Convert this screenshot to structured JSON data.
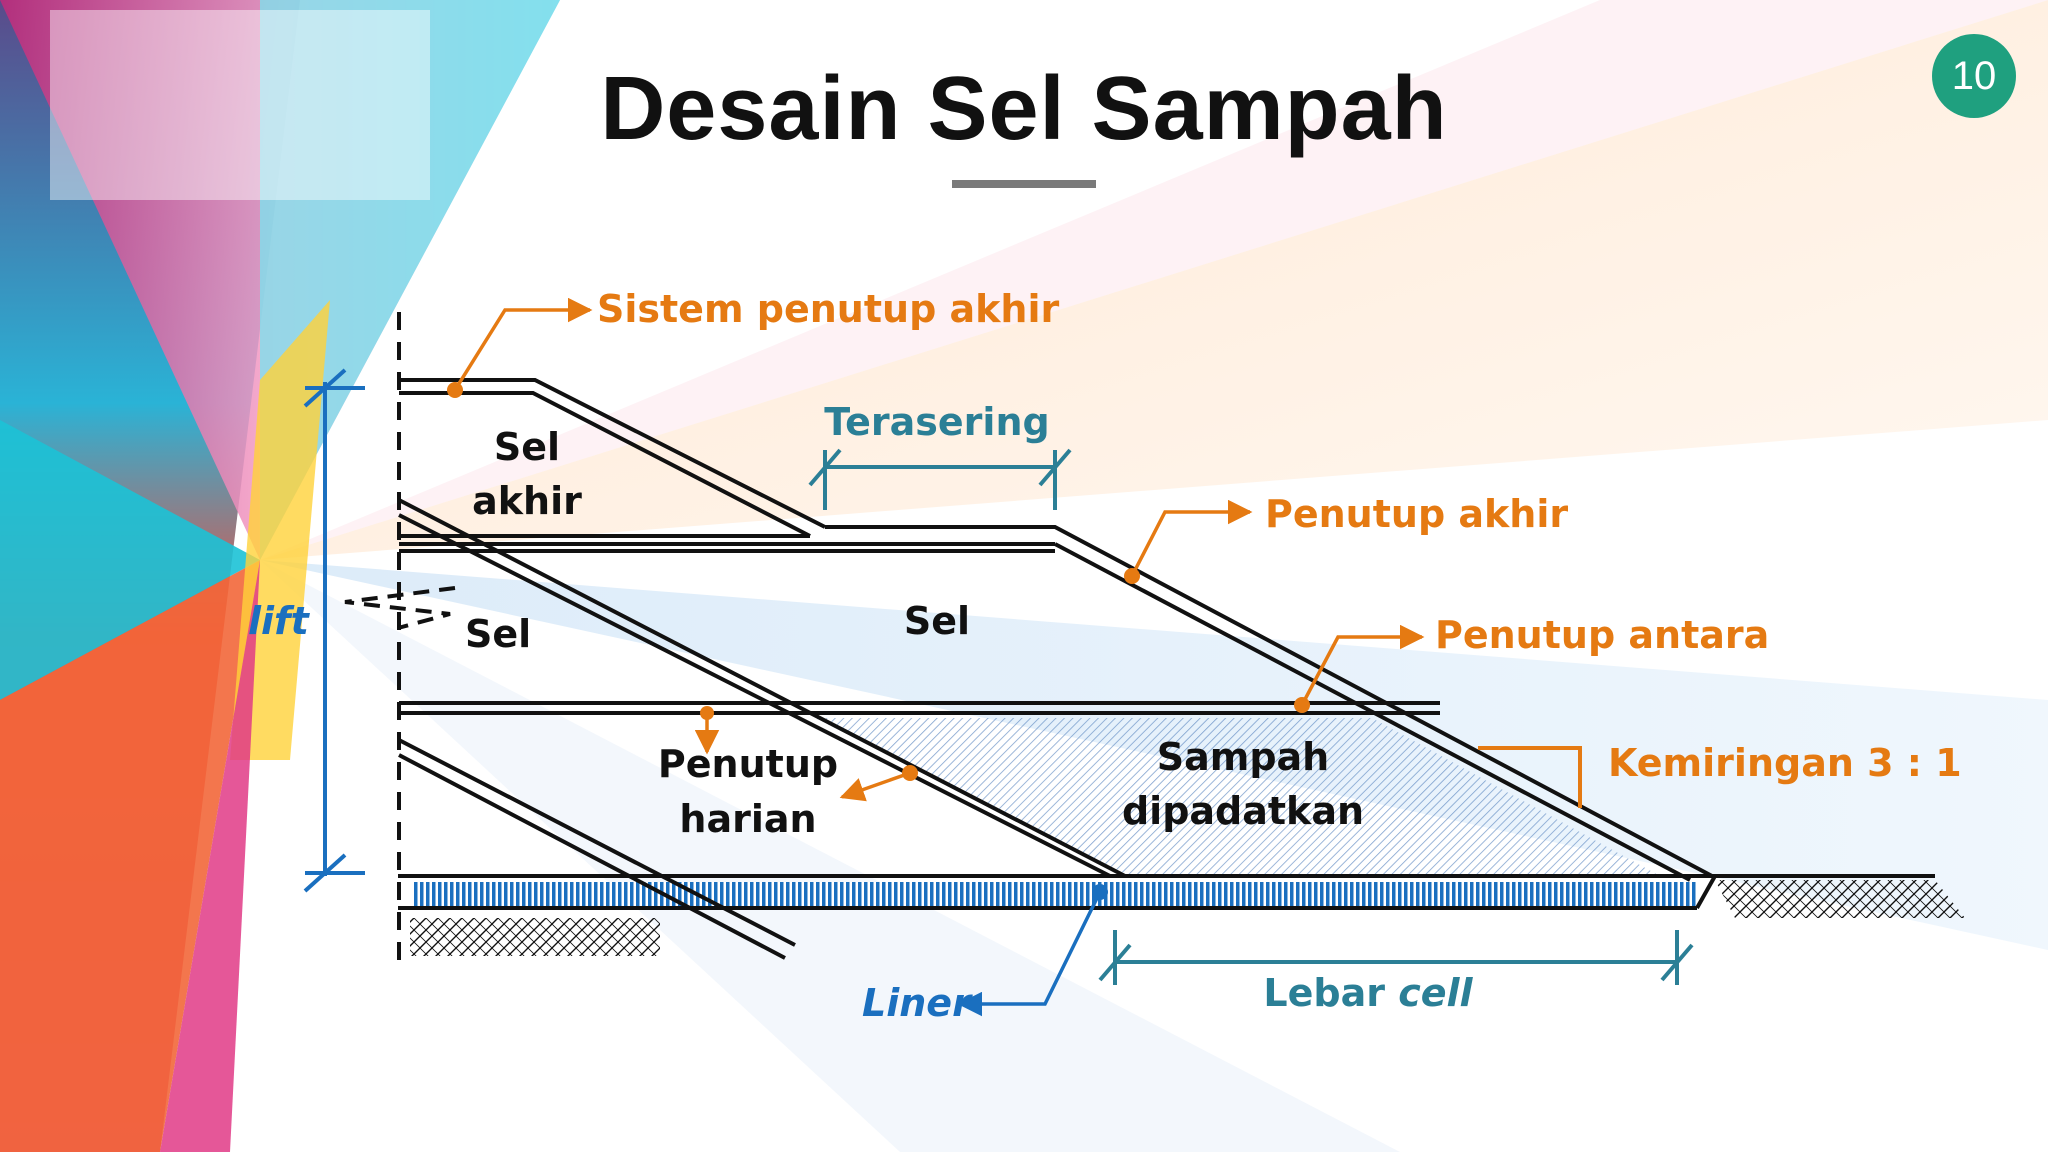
{
  "slide": {
    "title": "Desain Sel Sampah",
    "page_number": "10"
  },
  "colors": {
    "orange": "#e57a12",
    "teal": "#2b7f96",
    "blue": "#1a6fbf",
    "badge": "#1fa07f",
    "black": "#111111"
  },
  "diagram": {
    "labels": {
      "sistem_penutup_akhir": "Sistem penutup akhir",
      "sel_akhir_line1": "Sel",
      "sel_akhir_line2": "akhir",
      "terasering": "Terasering",
      "penutup_akhir": "Penutup akhir",
      "sel_middle": "Sel",
      "sel_left": "Sel",
      "lift": "lift",
      "penutup_antara": "Penutup antara",
      "penutup_harian_line1": "Penutup",
      "penutup_harian_line2": "harian",
      "sampah_line1": "Sampah",
      "sampah_line2": "dipadatkan",
      "kemiringan": "Kemiringan 3 : 1",
      "liner": "Liner",
      "lebar": "Lebar",
      "cell": "cell"
    }
  }
}
